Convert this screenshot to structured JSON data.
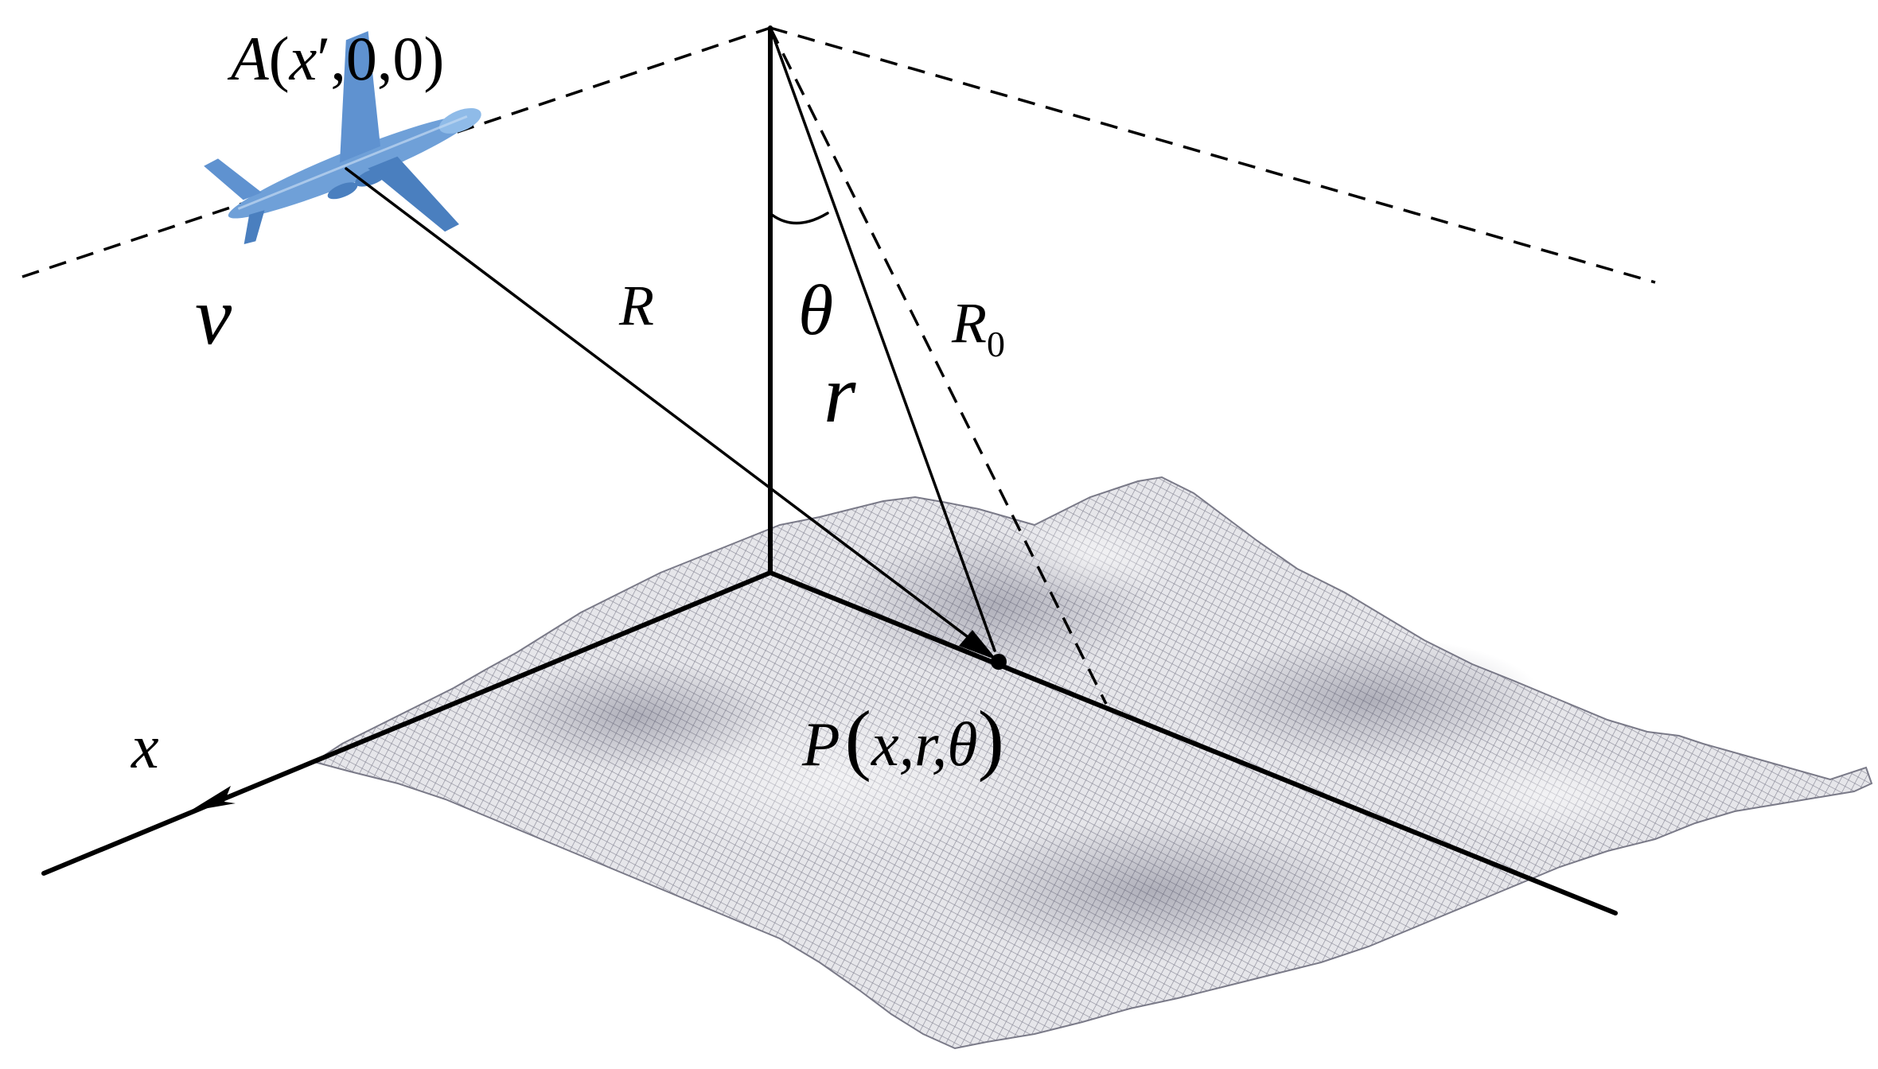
{
  "labels": {
    "aircraft_position": {
      "name": "A",
      "open": "(",
      "var": "x",
      "prime": "′",
      "rest": ",0,0)"
    },
    "velocity": "v",
    "slant_range": "R",
    "look_angle": "θ",
    "ground_range": "r",
    "closest_range": {
      "base": "R",
      "sub": "0"
    },
    "target_point": {
      "name": "P",
      "open": "(",
      "args": "x,r,θ",
      "close": ")"
    },
    "x_axis": "x"
  },
  "colors": {
    "line": "#000000",
    "aircraft": "#6fa0d8",
    "aircraft_shade": "#4a7fbf",
    "terrain_light": "#d8d8dc",
    "terrain_dark": "#6f6f80"
  },
  "icons": {
    "aircraft": "airplane-icon",
    "terrain": "terrain-mesh"
  }
}
